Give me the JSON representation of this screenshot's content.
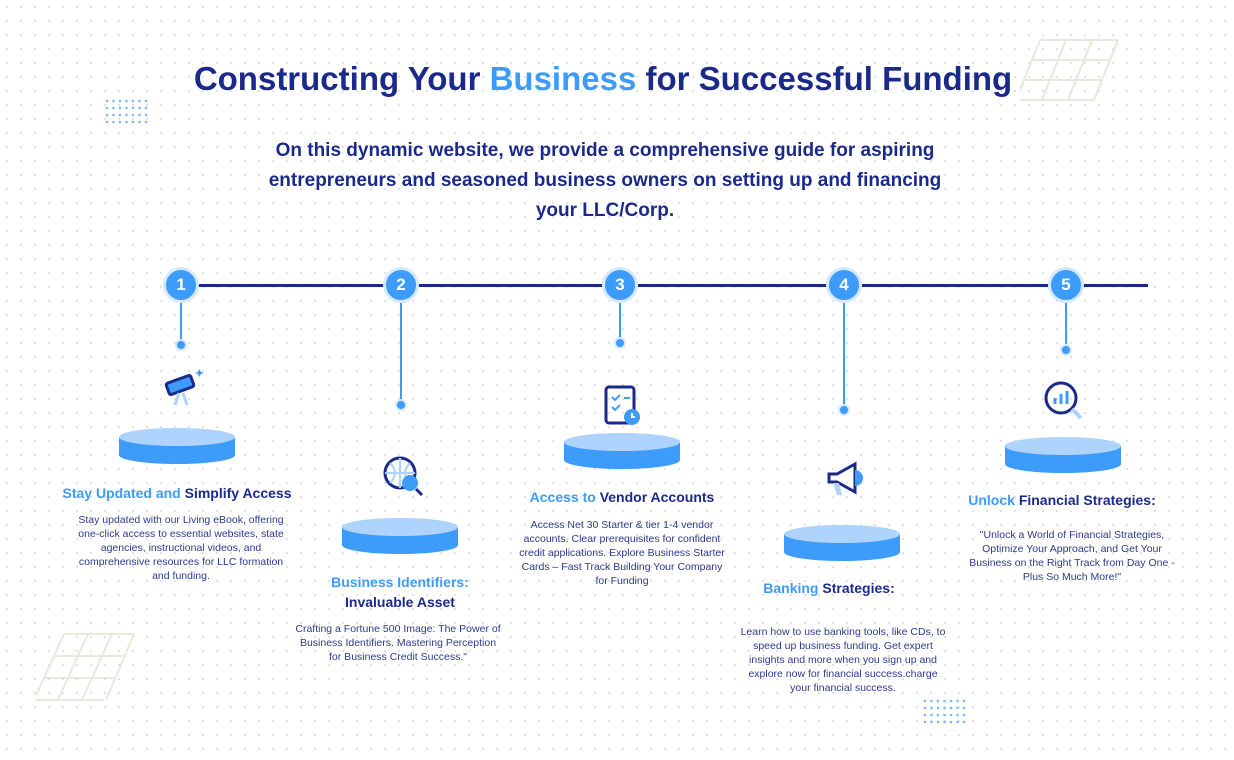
{
  "header": {
    "title_part1": "Constructing Your ",
    "title_highlight": "Business",
    "title_part2": " for Successful Funding",
    "subtitle": "On this dynamic website, we provide a comprehensive guide for aspiring entrepreneurs and seasoned business owners on setting up and financing your LLC/Corp."
  },
  "steps": [
    {
      "number": "1",
      "title_highlight": "Stay Updated and ",
      "title_rest": "Simplify Access",
      "description": "Stay updated with our Living eBook, offering one-click access to essential websites, state agencies, instructional videos, and comprehensive resources for LLC formation and funding.",
      "icon": "telescope-icon"
    },
    {
      "number": "2",
      "title_highlight": "Business Identifiers:",
      "title_rest": "Invaluable Asset",
      "description": "Crafting a Fortune 500 Image: The Power of Business Identifiers. Mastering Perception for Business Credit Success.\"",
      "icon": "globe-search-icon"
    },
    {
      "number": "3",
      "title_highlight": "Access to ",
      "title_rest": "Vendor Accounts",
      "description": "Access Net 30 Starter & tier 1-4 vendor accounts. Clear prerequisites for confident credit applications.  Explore Business Starter Cards – Fast Track Building Your Company for Funding",
      "icon": "checklist-clock-icon"
    },
    {
      "number": "4",
      "title_highlight": "Banking ",
      "title_rest": "Strategies:",
      "description": "Learn how to use banking tools, like CDs, to speed up business funding. Get expert insights and more when you sign up and explore now for financial success.charge your financial success.",
      "icon": "megaphone-icon"
    },
    {
      "number": "5",
      "title_highlight": "Unlock ",
      "title_rest": "Financial Strategies:",
      "description": "\"Unlock a World of Financial Strategies, Optimize Your Approach, and Get Your Business on the Right Track from Day One - Plus So Much More!\"",
      "icon": "chart-search-icon"
    }
  ],
  "colors": {
    "navy": "#1b2a8a",
    "blue": "#3d9bfa",
    "light": "#aed3fd"
  }
}
